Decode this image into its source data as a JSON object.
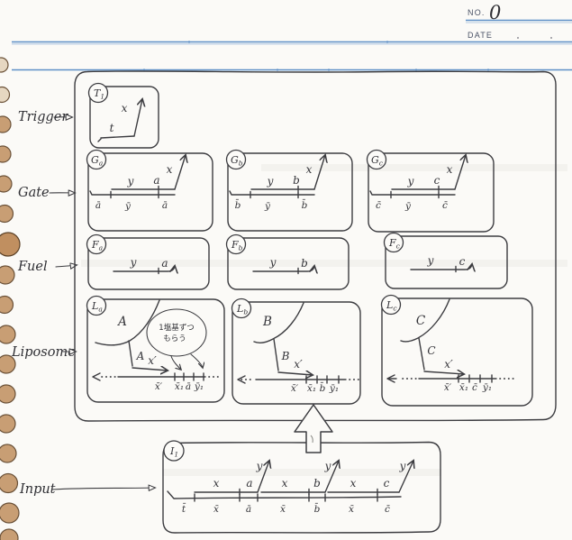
{
  "header": {
    "no_label": "NO.",
    "no_value": "0",
    "date_label": "DATE"
  },
  "row_labels": {
    "trigger": "Trigger",
    "gate": "Gate",
    "fuel": "Fuel",
    "liposome": "Liposome",
    "input": "Input"
  },
  "trigger": {
    "id_main": "T",
    "id_sub": "1",
    "toehold": "t",
    "output": "x"
  },
  "gates": [
    {
      "id_main": "G",
      "id_sub": "a",
      "top_y": "y",
      "top_n": "a",
      "output": "x",
      "bot": [
        "ā",
        "ȳ",
        "ā"
      ]
    },
    {
      "id_main": "G",
      "id_sub": "b",
      "top_y": "y",
      "top_n": "b",
      "output": "x",
      "bot": [
        "b̄",
        "ȳ",
        "b̄"
      ]
    },
    {
      "id_main": "G",
      "id_sub": "c",
      "top_y": "y",
      "top_n": "c",
      "output": "x",
      "bot": [
        "c̄",
        "ȳ",
        "c̄"
      ]
    }
  ],
  "fuels": [
    {
      "id_main": "F",
      "id_sub": "a",
      "seg1": "y",
      "seg2": "a"
    },
    {
      "id_main": "F",
      "id_sub": "b",
      "seg1": "y",
      "seg2": "b"
    },
    {
      "id_main": "F",
      "id_sub": "c",
      "seg1": "y",
      "seg2": "c"
    }
  ],
  "liposomes": [
    {
      "id_main": "L",
      "id_sub": "a",
      "vesicle": "A",
      "anchor": "A",
      "leg": "x′",
      "bot": [
        "x̄′",
        "x̄₁",
        "ā",
        "ȳ₁"
      ],
      "note_line1": "1塩基ずつ",
      "note_line2": "もらう"
    },
    {
      "id_main": "L",
      "id_sub": "b",
      "vesicle": "B",
      "anchor": "B",
      "leg": "x′",
      "bot": [
        "x̄′",
        "x̄₁",
        "b̄",
        "ȳ₁"
      ]
    },
    {
      "id_main": "L",
      "id_sub": "c",
      "vesicle": "C",
      "anchor": "C",
      "leg": "x′",
      "bot": [
        "x̄′",
        "x̄₁",
        "c̄",
        "ȳ₁"
      ]
    }
  ],
  "input": {
    "id_main": "I",
    "id_sub": "1",
    "bottom": [
      "t̄",
      "x̄",
      "ā",
      "x̄",
      "b̄",
      "x̄",
      "c̄"
    ],
    "units": [
      {
        "x": "x",
        "n": "a",
        "arrow": "y"
      },
      {
        "x": "x",
        "n": "b",
        "arrow": "y"
      },
      {
        "x": "x",
        "n": "c",
        "arrow": "y"
      }
    ]
  }
}
